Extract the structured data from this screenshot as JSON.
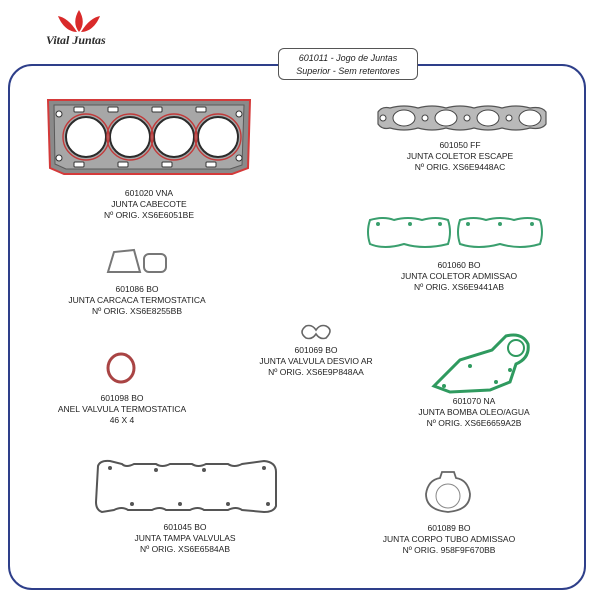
{
  "brand": {
    "name": "Vital Juntas",
    "logo_color": "#d92a2a"
  },
  "kit": {
    "line1": "601011 - Jogo de Juntas",
    "line2": "Superior  - Sem retentores"
  },
  "frame_color": "#2e3f8a",
  "parts": [
    {
      "code": "601020  VNA",
      "name": "JUNTA CABECOTE",
      "orig": "Nº ORIG. XS6E6051BE"
    },
    {
      "code": "601050 FF",
      "name": "JUNTA COLETOR ESCAPE",
      "orig": "Nº ORIG. XS6E9448AC"
    },
    {
      "code": "601060 BO",
      "name": "JUNTA COLETOR ADMISSAO",
      "orig": "Nº ORIG. XS6E9441AB"
    },
    {
      "code": "601086 BO",
      "name": "JUNTA CARCACA TERMOSTATICA",
      "orig": "Nº ORIG. XS6E8255BB"
    },
    {
      "code": "601069  BO",
      "name": "JUNTA VALVULA DESVIO AR",
      "orig": "Nº ORIG. XS6E9P848AA"
    },
    {
      "code": "601098 BO",
      "name": "ANEL VALVULA TERMOSTATICA",
      "orig": "46 X 4"
    },
    {
      "code": "601070 NA",
      "name": "JUNTA BOMBA  OLEO/AGUA",
      "orig": "Nº ORIG. XS6E6659A2B"
    },
    {
      "code": "601045 BO",
      "name": "JUNTA TAMPA VALVULAS",
      "orig": "Nº ORIG. XS6E6584AB"
    },
    {
      "code": "601089 BO",
      "name": "JUNTA  CORPO TUBO ADMISSAO",
      "orig": "Nº ORIG. 958F9F670BB"
    }
  ]
}
